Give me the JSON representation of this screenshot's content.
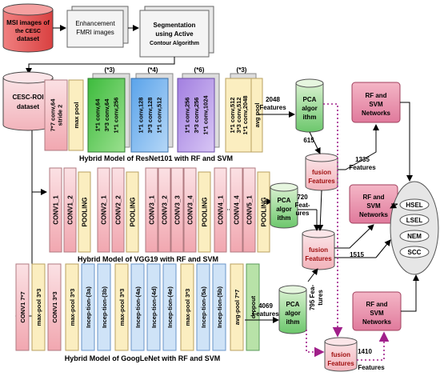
{
  "top": {
    "msi": [
      "MSI images of",
      "the CESC",
      "dataset"
    ],
    "fmri": [
      "Enhancement",
      "FMRI images"
    ],
    "seg": [
      "Segmentation",
      "using Active",
      "Contour Algorithm"
    ]
  },
  "roi": [
    "CESC-ROI",
    "dataset"
  ],
  "resnet": {
    "blocks": [
      {
        "lines": [
          "7*7 conv,64",
          "stride 2"
        ]
      },
      {
        "lines": [
          "max pool"
        ]
      },
      {
        "lines": [
          "1*1 conv,64",
          "3*3 conv,64",
          "1*1 conv,256"
        ],
        "mult": "(*3)"
      },
      {
        "lines": [
          "1*1 conv,128",
          "3*3 conv,128",
          "1*1 conv,512"
        ],
        "mult": "(*4)"
      },
      {
        "lines": [
          "1*1 conv,256",
          "3*3 conv,256",
          "1*1 conv,1024"
        ],
        "mult": "(*6)"
      },
      {
        "lines": [
          "1*1 conv,512",
          "3*3 conv,512",
          "1*1 conv,2048"
        ],
        "mult": "(*3)"
      },
      {
        "lines": [
          "avg pool"
        ]
      }
    ],
    "caption": "Hybrid Model of ResNet101 with RF and SVM"
  },
  "vgg": {
    "blocks": [
      "CONV1_1",
      "CONV1_2",
      "POOLING",
      "CONV2_1",
      "CONV2_2",
      "POOLING",
      "CONV3_1",
      "CONV3_2",
      "CONV3_3",
      "CONV3_4",
      "POOLING",
      "CONV4_1",
      "CONV4_4",
      "CONV5_1",
      "POOLING"
    ],
    "caption": "Hybrid Model of VGG19 with RF and SVM"
  },
  "googlenet": {
    "blocks": [
      "CONV1 7*7",
      "max-pool 3*3",
      "CONV1 3*3",
      "max-pool 3*3",
      "Incep-tion-(3a)",
      "Incep-tion-(3b)",
      "max-pool 3*3",
      "Incep-tion-(4a)",
      "Incep-tion-(4d)",
      "Incep-tion-(4e)",
      "max-pool 3*3",
      "Incep-tion-(5a)",
      "Incep-tion-(5b)",
      "avg-pool 7*7",
      "dropout"
    ],
    "caption": "Hybrid Model of GoogLeNet with RF and SVM"
  },
  "pca": [
    "PCA",
    "algor",
    "ithm"
  ],
  "fusion": [
    "fusion",
    "Features"
  ],
  "rfsvm": [
    "RF and",
    "SVM",
    "Networks"
  ],
  "labels": {
    "f2048": [
      "2048",
      "Features"
    ],
    "f615": "615",
    "f1335": [
      "1335",
      "Features"
    ],
    "f720": [
      "720",
      "Feat-",
      "ures"
    ],
    "f1515": "1515",
    "f4069": [
      "4069",
      "Features"
    ],
    "f795": [
      "795 Fea-",
      "tures"
    ],
    "f1410": "1410",
    "ffeatures": "Features"
  },
  "classes": [
    "HSEL",
    "LSEL",
    "NEM",
    "SCC"
  ],
  "colors": {
    "red": "#e05555",
    "pink": "#f5c6cc",
    "green": "#6cc76c",
    "lightgreen": "#b8e2a8",
    "blue": "#7fb7ec",
    "purple": "#b89ae6",
    "yellow": "#fbeec0",
    "rfsvm": "#e58aa8"
  }
}
